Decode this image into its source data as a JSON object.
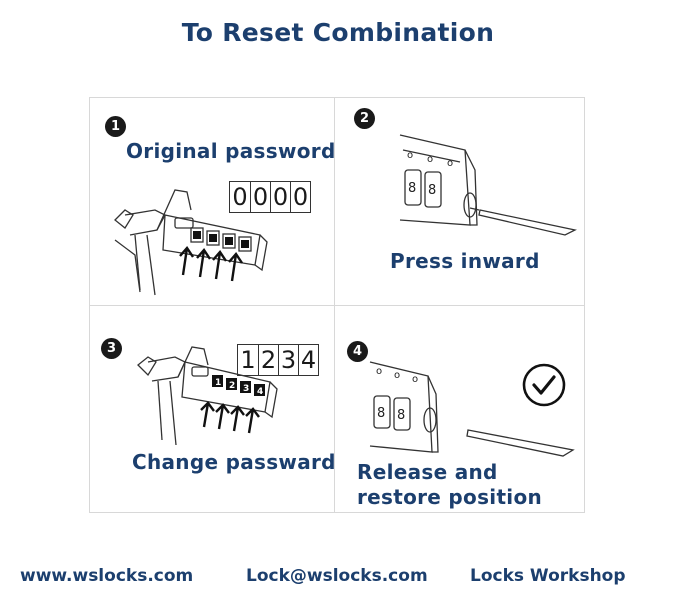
{
  "title": "To Reset Combination",
  "steps": [
    {
      "number": "1",
      "caption": "Original password",
      "digits": [
        "0",
        "0",
        "0",
        "0"
      ]
    },
    {
      "number": "2",
      "caption": "Press inward"
    },
    {
      "number": "3",
      "caption": "Change passward",
      "digits": [
        "1",
        "2",
        "3",
        "4"
      ]
    },
    {
      "number": "4",
      "caption_line1": "Release and",
      "caption_line2": "restore position",
      "icon": "checkmark-circle-icon"
    }
  ],
  "footer": {
    "website": "www.wslocks.com",
    "email": "Lock@wslocks.com",
    "brand": "Locks Workshop"
  }
}
